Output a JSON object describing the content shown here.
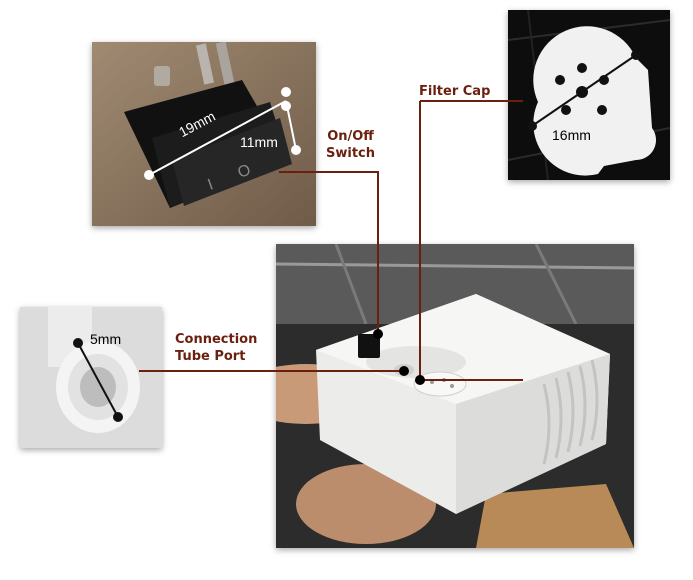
{
  "callouts": {
    "switch_line1": "On/Off",
    "switch_line2": "Switch",
    "filter": "Filter Cap",
    "port_line1": "Connection",
    "port_line2": "Tube Port"
  },
  "measurements": {
    "switch_length": "19mm",
    "switch_width": "11mm",
    "filter_diameter": "16mm",
    "port_diameter": "5mm"
  },
  "switch_symbols": {
    "on": "I",
    "off": "O"
  },
  "colors": {
    "callout_text": "#6b1f0e",
    "leader_line": "#6b1f0e",
    "marker": "#000000"
  }
}
